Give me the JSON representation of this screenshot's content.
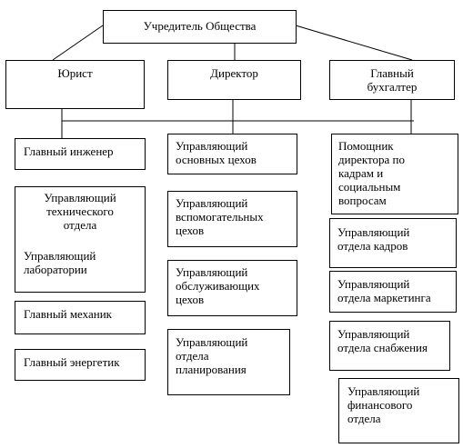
{
  "top": {
    "founder": "Учредитель Общества"
  },
  "level2": {
    "lawyer": "Юрист",
    "director": "Директор",
    "chief_accountant": "Главный\nбухгалтер"
  },
  "col1": {
    "chief_engineer": "Главный инженер",
    "tech_dept_head": "Управляющий\nтехнического\nотдела",
    "lab_head": "Управляющий\nлаборатории",
    "chief_mechanic": "Главный механик",
    "chief_power_engineer": "Главный энергетик"
  },
  "col2": {
    "main_shops": "Управляющий\n основных цехов",
    "aux_shops": "Управляющий\nвспомогательных\nцехов",
    "service_shops": "Управляющий\nобслуживающих\nцехов",
    "planning_dept": "Управляющий\nотдела\nпланирования"
  },
  "col3": {
    "hr_assistant": "Помощник\nдиректора по\nкадрам и\nсоциальным\nвопросам",
    "hr_dept": "Управляющий\nотдела кадров",
    "marketing_dept": "Управляющий\nотдела маркетинга",
    "supply_dept": "Управляющий\nотдела снабжения",
    "finance_dept": "Управляющий\nфинансового\nотдела"
  }
}
